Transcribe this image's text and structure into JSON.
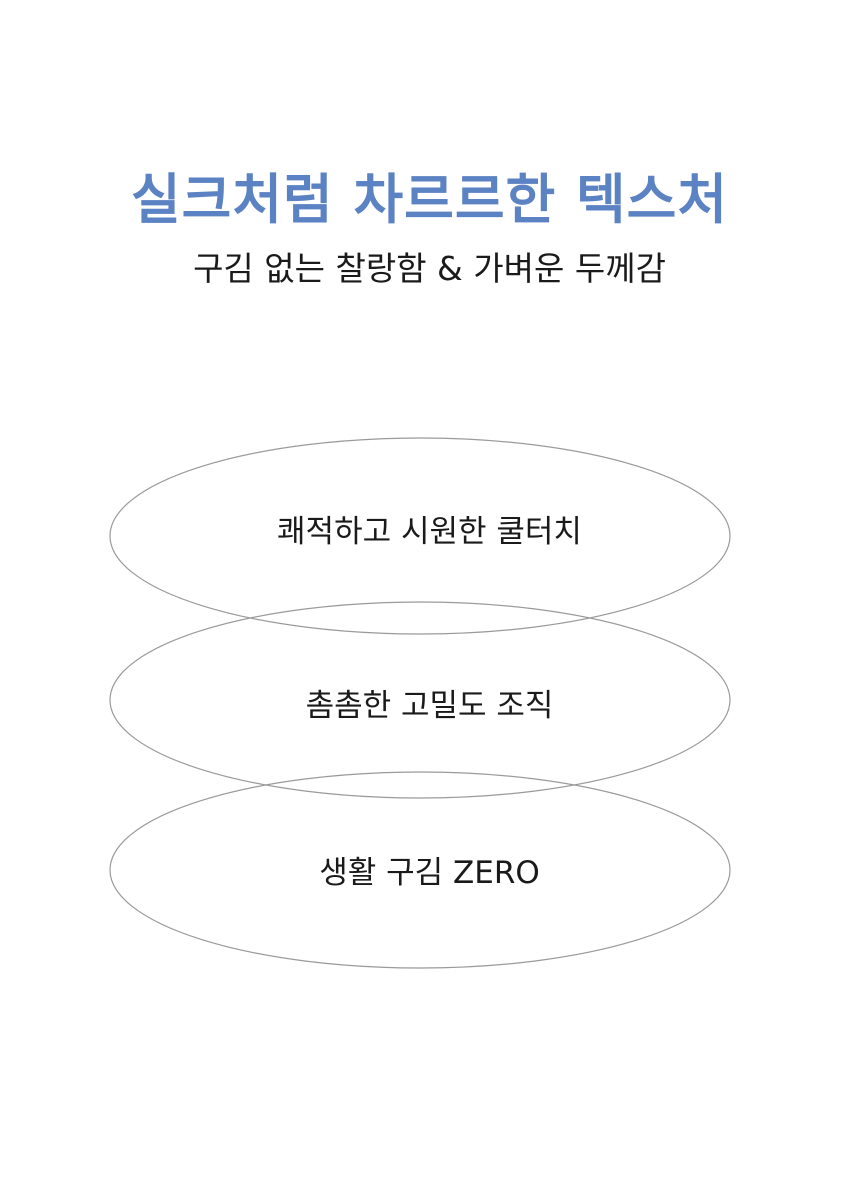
{
  "headline": "실크처럼 차르르한 텍스처",
  "subheadline": "구김 없는 찰랑함 & 가벼운 두께감",
  "features": [
    {
      "label": "쾌적하고 시원한 쿨터치"
    },
    {
      "label": "촘촘한 고밀도 조직"
    },
    {
      "label": "생활 구김 ZERO"
    }
  ],
  "colors": {
    "headline": "#5b82c3",
    "text": "#1a1a1a",
    "ellipse_stroke": "#9a9a9a",
    "background": "#ffffff"
  }
}
